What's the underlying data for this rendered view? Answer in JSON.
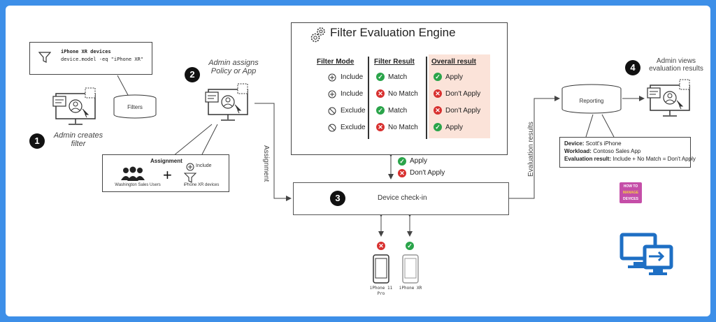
{
  "filter_callout": {
    "line1": "iPhone XR devices",
    "line2": "device.model -eq \"iPhone XR\""
  },
  "filters_db_label": "Filters",
  "step1": {
    "num": "1",
    "text_line1": "Admin creates",
    "text_line2": "filter"
  },
  "step2": {
    "num": "2",
    "text_line1": "Admin assigns",
    "text_line2": "Policy or App"
  },
  "step3": {
    "num": "3",
    "label": "Device check-in"
  },
  "step4": {
    "num": "4",
    "text_line1": "Admin views",
    "text_line2": "evaluation results"
  },
  "assignment_box": {
    "title": "Assignment",
    "group_label": "Washington Sales Users",
    "plus": "+",
    "include_label": "Include",
    "devices_label": "iPhone XR devices"
  },
  "assignment_arrow_label": "Assignment",
  "evaluation_arrow_label": "Evaluation results",
  "engine": {
    "title": "Filter Evaluation Engine",
    "headers": {
      "mode": "Filter Mode",
      "result": "Filter Result",
      "overall": "Overall result"
    },
    "rows": [
      {
        "mode": "Include",
        "mode_icon": "plus-circle-icon",
        "result": "Match",
        "result_status": "ok",
        "overall": "Apply",
        "overall_status": "ok"
      },
      {
        "mode": "Include",
        "mode_icon": "plus-circle-icon",
        "result": "No Match",
        "result_status": "bad",
        "overall": "Don't Apply",
        "overall_status": "bad"
      },
      {
        "mode": "Exclude",
        "mode_icon": "prohibited-icon",
        "result": "Match",
        "result_status": "ok",
        "overall": "Don't Apply",
        "overall_status": "bad"
      },
      {
        "mode": "Exclude",
        "mode_icon": "prohibited-icon",
        "result": "No Match",
        "result_status": "bad",
        "overall": "Apply",
        "overall_status": "ok"
      }
    ]
  },
  "legend": {
    "apply": "Apply",
    "dont_apply": "Don't Apply"
  },
  "reporting": {
    "label": "Reporting",
    "device_key": "Device:",
    "device_val": "Scott's iPhone",
    "workload_key": "Workload:",
    "workload_val": "Contoso Sales App",
    "eval_key": "Evaluation result:",
    "eval_val": "Include + No Match = Don't Apply"
  },
  "phones": [
    {
      "label_line1": "iPhone 11",
      "label_line2": "Pro",
      "status": "bad"
    },
    {
      "label_line1": "iPhone XR",
      "label_line2": "",
      "status": "ok"
    }
  ],
  "logo": {
    "line1": "HOW TO",
    "line2": "MANAGE",
    "line3": "DEVICES"
  },
  "colors": {
    "frame": "#3d8fe8",
    "ok": "#2aa44a",
    "bad": "#d8302f",
    "overall_bg": "#fbe3d9",
    "remote_icon": "#1e6fc4"
  }
}
